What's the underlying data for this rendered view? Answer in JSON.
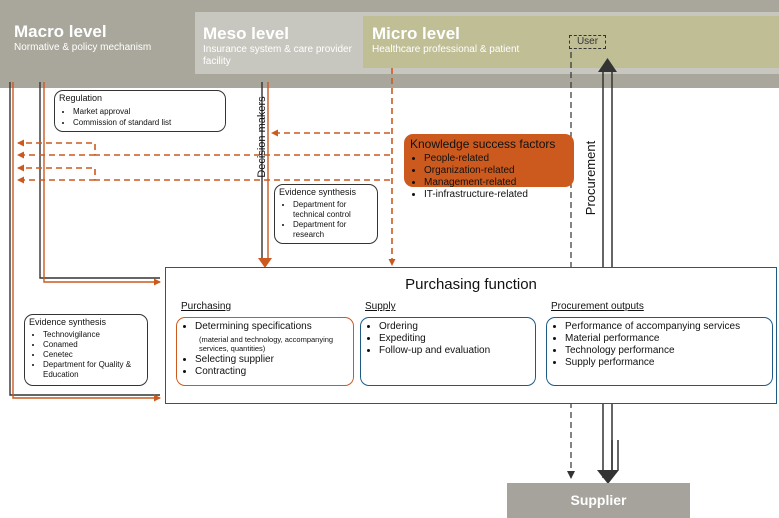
{
  "macro": {
    "title": "Macro level",
    "subtitle": "Normative & policy mechanism"
  },
  "meso": {
    "title": "Meso level",
    "subtitle": "Insurance system & care provider facility"
  },
  "micro": {
    "title": "Micro level",
    "subtitle": "Healthcare professional & patient"
  },
  "user_label": "User",
  "decision_makers_label": "Decision makers",
  "procurement_label": "Procurement",
  "regulation": {
    "title": "Regulation",
    "items": [
      "Market approval",
      "Commission of standard list"
    ]
  },
  "ksf": {
    "title": "Knowledge success factors",
    "items": [
      "People-related",
      "Organization-related",
      "Management-related",
      "IT-infrastructure-related"
    ]
  },
  "evidence_meso": {
    "title": "Evidence synthesis",
    "items": [
      "Department for technical control",
      "Department for research"
    ]
  },
  "evidence_macro": {
    "title": "Evidence synthesis",
    "items": [
      "Technovigilance",
      "Conamed",
      "Cenetec",
      "Department for Quality & Education"
    ]
  },
  "purchasing_function": {
    "title": "Purchasing function",
    "purchasing": {
      "heading": "Purchasing",
      "items": [
        "Determining specifications",
        "Selecting supplier",
        "Contracting"
      ],
      "note": "(material and technology, accompanying services, quantities)"
    },
    "supply": {
      "heading": "Supply",
      "items": [
        "Ordering",
        "Expediting",
        "Follow-up and evaluation"
      ]
    },
    "outputs": {
      "heading": "Procurement outputs",
      "items": [
        "Performance of accompanying services",
        "Material performance",
        "Technology performance",
        "Supply performance"
      ]
    }
  },
  "supplier_label": "Supplier",
  "colors": {
    "orange": "#cc5a1e",
    "macro_band": "#a9a79b",
    "meso_band": "#c8c7bf",
    "micro_band": "#bfbe94",
    "blue_border": "#1f5a84",
    "supplier": "#a6a39c"
  }
}
